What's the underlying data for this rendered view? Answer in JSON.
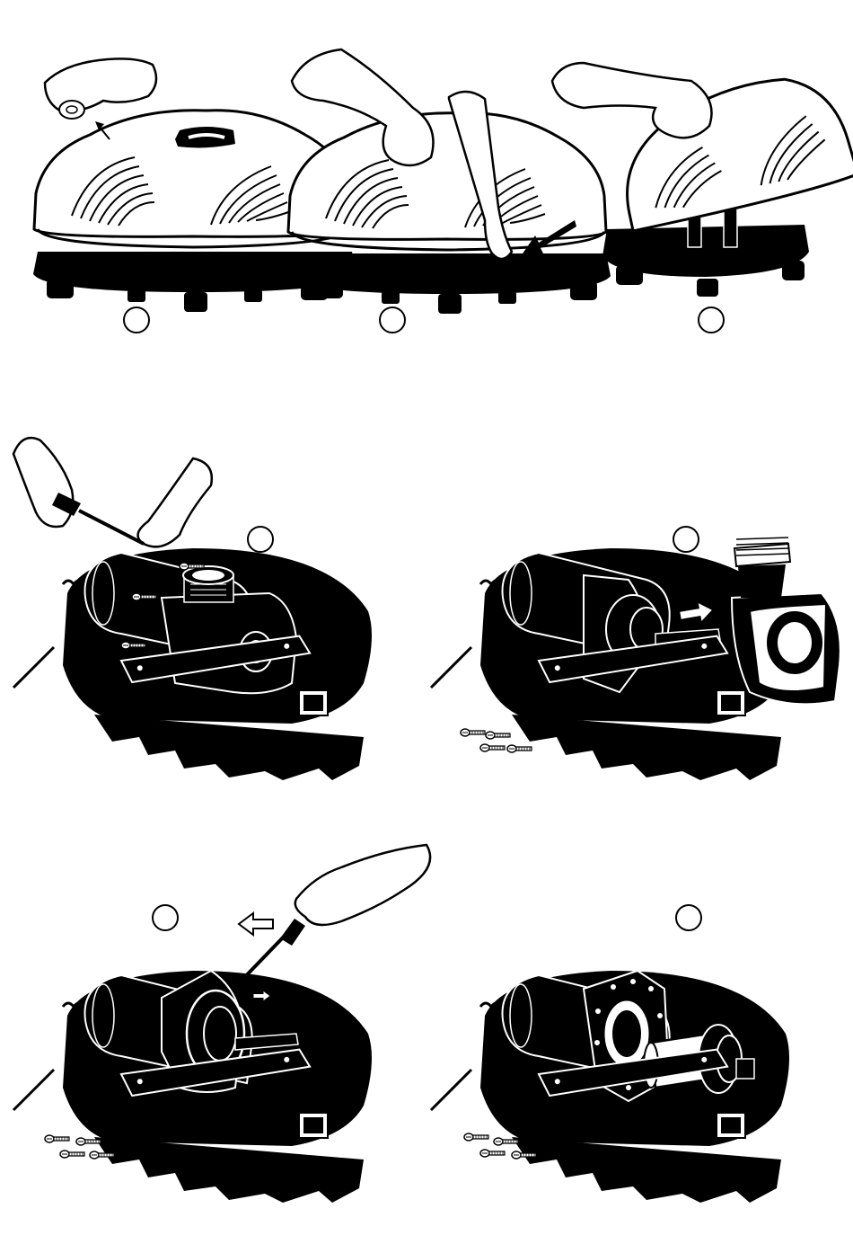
{
  "steps": [
    {
      "id": 1,
      "label": ""
    },
    {
      "id": 2,
      "label": ""
    },
    {
      "id": 3,
      "label": ""
    },
    {
      "id": 4,
      "label": ""
    },
    {
      "id": 5,
      "label": ""
    },
    {
      "id": 6,
      "label": ""
    },
    {
      "id": 7,
      "label": ""
    }
  ],
  "colors": {
    "ink": "#000000",
    "paper": "#ffffff"
  },
  "icons": [
    "hand-icon",
    "screwdriver-icon",
    "screw-icon",
    "arrow-icon",
    "pump-icon",
    "cover-icon",
    "impeller-icon"
  ]
}
